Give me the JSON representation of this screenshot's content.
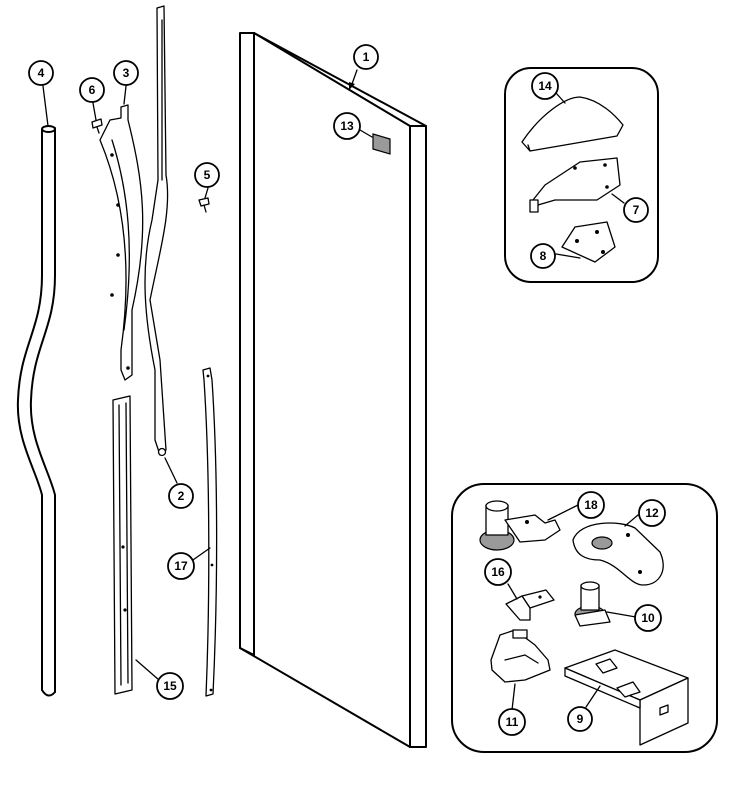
{
  "callouts": [
    {
      "id": "c1",
      "label": "1"
    },
    {
      "id": "c2",
      "label": "2"
    },
    {
      "id": "c3",
      "label": "3"
    },
    {
      "id": "c4",
      "label": "4"
    },
    {
      "id": "c5",
      "label": "5"
    },
    {
      "id": "c6",
      "label": "6"
    },
    {
      "id": "c7",
      "label": "7"
    },
    {
      "id": "c8",
      "label": "8"
    },
    {
      "id": "c9",
      "label": "9"
    },
    {
      "id": "c10",
      "label": "10"
    },
    {
      "id": "c11",
      "label": "11"
    },
    {
      "id": "c12",
      "label": "12"
    },
    {
      "id": "c13",
      "label": "13"
    },
    {
      "id": "c14",
      "label": "14"
    },
    {
      "id": "c15",
      "label": "15"
    },
    {
      "id": "c16",
      "label": "16"
    },
    {
      "id": "c17",
      "label": "17"
    },
    {
      "id": "c18",
      "label": "18"
    }
  ]
}
